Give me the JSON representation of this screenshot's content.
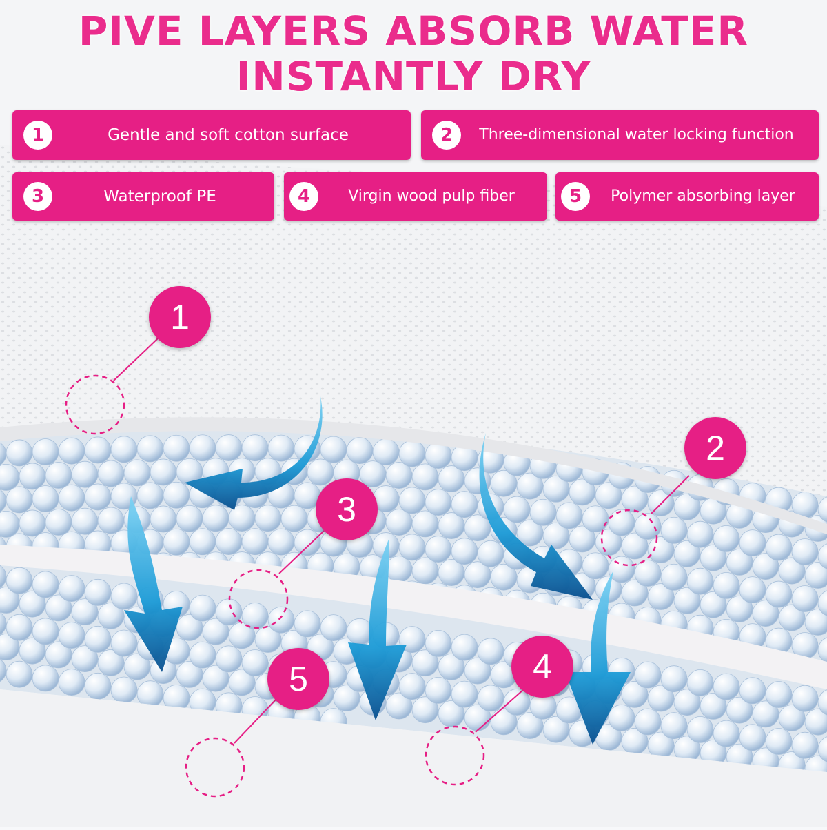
{
  "headline": {
    "line1": "PIVE LAYERS ABSORB WATER",
    "line2": "INSTANTLY DRY"
  },
  "legend": [
    {
      "number": "1",
      "label": "Gentle and soft cotton surface"
    },
    {
      "number": "2",
      "label": "Three-dimensional water locking function"
    },
    {
      "number": "3",
      "label": "Waterproof PE"
    },
    {
      "number": "4",
      "label": "Virgin wood pulp fiber"
    },
    {
      "number": "5",
      "label": "Polymer absorbing layer"
    }
  ],
  "callouts": [
    "1",
    "2",
    "3",
    "4",
    "5"
  ],
  "colors": {
    "accent": "#e61f85",
    "headline": "#ea2c8c",
    "arrow": "#1f9fd6",
    "bead": "#dbe9f5"
  }
}
